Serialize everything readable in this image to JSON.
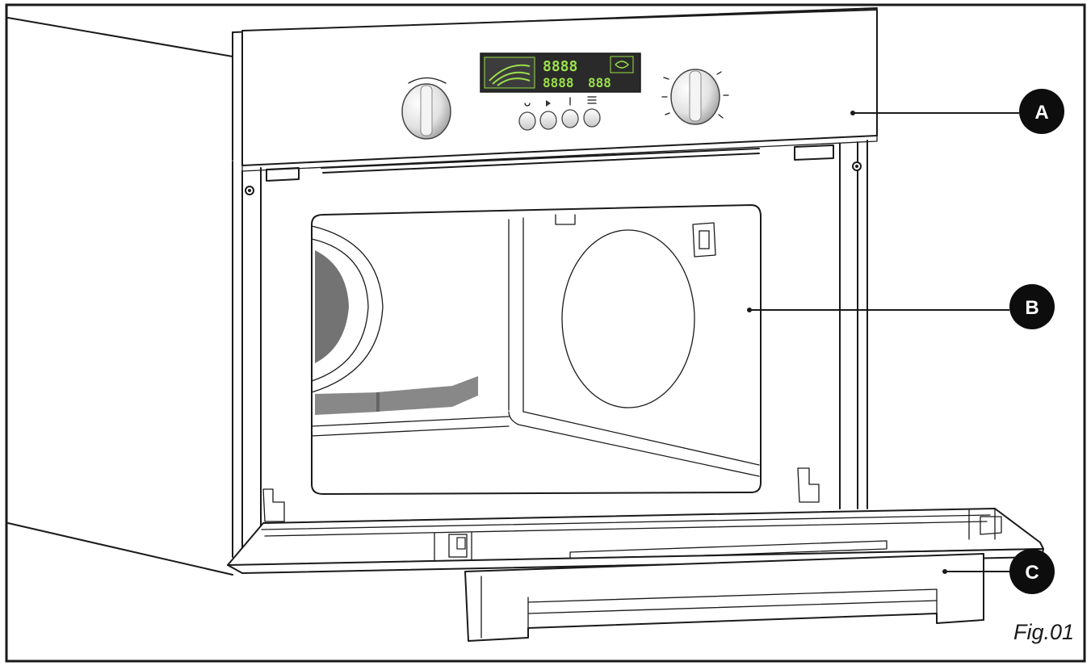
{
  "figure": {
    "caption": "Fig.01",
    "callouts": [
      {
        "id": "A",
        "label": "A",
        "part": "control-panel"
      },
      {
        "id": "B",
        "label": "B",
        "part": "oven-cavity"
      },
      {
        "id": "C",
        "label": "C",
        "part": "door"
      }
    ]
  },
  "control_panel": {
    "display_top": "8888",
    "display_bottom_left": "8888",
    "display_bottom_right": "888",
    "display_color": "#9be04a",
    "button_icons": [
      "power-icon",
      "play-icon",
      "thermometer-icon",
      "temp-icon"
    ]
  },
  "colors": {
    "line": "#1a1a1a",
    "callout": "#0d0d0d",
    "knob": "#e8e8e8",
    "display_bg": "#2a2a2a"
  }
}
